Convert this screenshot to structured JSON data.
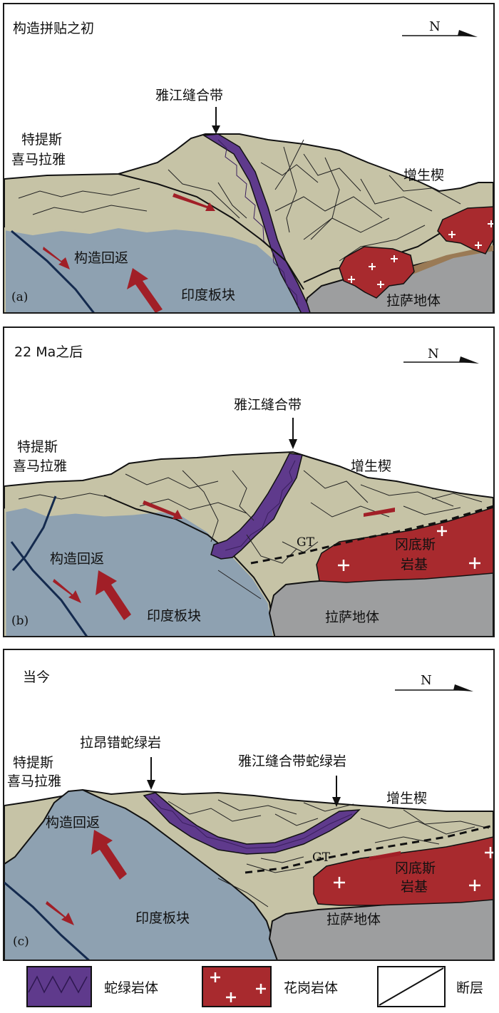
{
  "panels": [
    {
      "stage": "构造拼贴之初",
      "letter": "(a)",
      "north": "N",
      "labels": {
        "suture": "雅江缝合带",
        "tethys_1": "特提斯",
        "tethys_2": "喜马拉雅",
        "wedge": "增生楔",
        "exhumation": "构造回返",
        "india": "印度板块",
        "lhasa": "拉萨地体"
      }
    },
    {
      "stage": "22 Ma之后",
      "letter": "(b)",
      "north": "N",
      "labels": {
        "suture": "雅江缝合带",
        "tethys_1": "特提斯",
        "tethys_2": "喜马拉雅",
        "wedge": "增生楔",
        "gt": "GT",
        "batholith_1": "冈底斯",
        "batholith_2": "岩基",
        "exhumation": "构造回返",
        "india": "印度板块",
        "lhasa": "拉萨地体"
      }
    },
    {
      "stage": "当今",
      "letter": "(c)",
      "north": "N",
      "labels": {
        "lang_ophiolite": "拉昂错蛇绿岩",
        "suture_ophiolite": "雅江缝合带蛇绿岩",
        "tethys_1": "特提斯",
        "tethys_2": "喜马拉雅",
        "wedge": "增生楔",
        "gt": "GT",
        "batholith_1": "冈底斯",
        "batholith_2": "岩基",
        "exhumation": "构造回返",
        "india": "印度板块",
        "lhasa": "拉萨地体"
      }
    }
  ],
  "legend": {
    "ophiolite": "蛇绿岩体",
    "granite": "花岗岩体",
    "fault": "断层"
  },
  "colors": {
    "wedge": "#c6c3a6",
    "india": "#8ea1b1",
    "lhasa": "#9d9e9f",
    "ophiolite": "#5f3a8c",
    "granite": "#a82a2e",
    "arrow": "#a11f27",
    "fault": "#142a4e"
  }
}
